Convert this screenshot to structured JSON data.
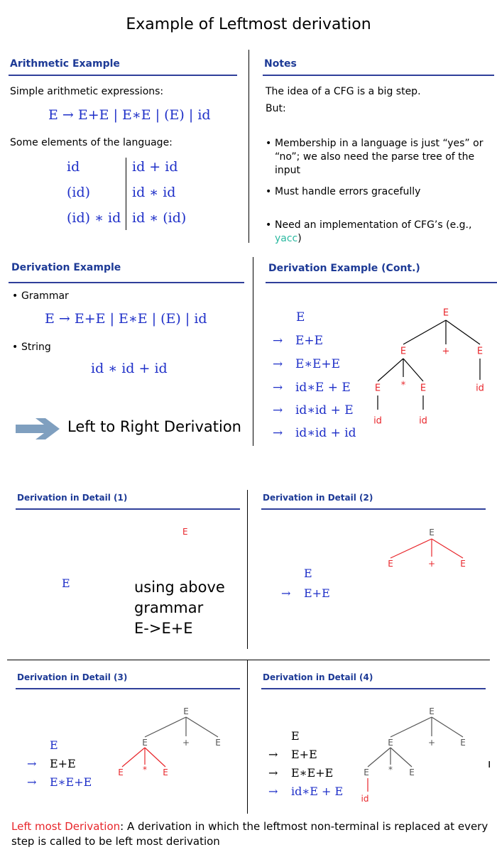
{
  "title": "Example of Leftmost derivation",
  "panel1": {
    "title": "Arithmetic Example",
    "intro": "Simple arithmetic expressions:",
    "grammar": "E → E+E | E∗E | (E) | id",
    "elements_label": "Some elements of the language:",
    "elements": [
      [
        "id",
        "id + id"
      ],
      [
        "(id)",
        "id ∗ id"
      ],
      [
        "(id) ∗ id",
        "id ∗ (id)"
      ]
    ]
  },
  "panel2": {
    "title": "Notes",
    "line1": "The idea of a CFG is a big step.",
    "line2": "But:",
    "bullets": [
      {
        "text": "Membership in a language is just “yes” or “no”; we also need the parse tree of the input"
      },
      {
        "text": "Must handle errors gracefully"
      },
      {
        "text_before": "Need an implementation of CFG’s (e.g., ",
        "highlight": "yacc",
        "text_after": ")"
      }
    ],
    "highlight_color": "#2bb9a0"
  },
  "panel3": {
    "title": "Derivation Example",
    "bullet_grammar": "Grammar",
    "grammar": "E → E+E | E∗E | (E) | id",
    "bullet_string": "String",
    "string": "id ∗ id + id",
    "arrow_label": "Left to Right Derivation",
    "arrow_color": "#7f9fbf"
  },
  "panel4": {
    "title": "Derivation Example (Cont.)",
    "steps": [
      "E",
      "E+E",
      "E∗E+E",
      "id∗E + E",
      "id∗id + E",
      "id∗id + id"
    ],
    "arrow": "→",
    "tree": {
      "root": "E",
      "n1": "E",
      "plus": "+",
      "n2": "E",
      "n11": "E",
      "star": "*",
      "n12": "E",
      "leaf_n2": "id",
      "leaf_n11": "id",
      "leaf_n12": "id"
    }
  },
  "panel5": {
    "title": "Derivation in Detail (1)",
    "tree_root": "E",
    "start": "E",
    "note_lines": [
      "using above",
      "grammar",
      "E->E+E"
    ]
  },
  "panel6": {
    "title": "Derivation in Detail (2)",
    "steps": [
      "E",
      "E+E"
    ],
    "arrow": "→",
    "tree": {
      "root": "E",
      "n1": "E",
      "plus": "+",
      "n2": "E"
    }
  },
  "panel7": {
    "title": "Derivation in Detail (3)",
    "steps": [
      "E",
      "E+E",
      "E∗E+E"
    ],
    "arrow": "→",
    "tree": {
      "root": "E",
      "n1": "E",
      "plus": "+",
      "n2": "E",
      "n11": "E",
      "star": "*",
      "n12": "E"
    }
  },
  "panel8": {
    "title": "Derivation in Detail (4)",
    "steps": [
      "E",
      "E+E",
      "E∗E+E",
      "id∗E + E"
    ],
    "arrow": "→",
    "tree": {
      "root": "E",
      "n1": "E",
      "plus": "+",
      "n2": "E",
      "n11": "E",
      "star": "*",
      "n12": "E",
      "leaf": "id"
    },
    "stray_mark": "ı"
  },
  "footer": {
    "term": "Left most Derivation",
    "definition": ": A derivation in which the leftmost non-terminal is replaced at every step is called to be left most derivation"
  },
  "colors": {
    "title_blue": "#1d3a96",
    "math_blue": "#1e2fc8",
    "red": "#e8262b",
    "gray_line": "#555555"
  }
}
